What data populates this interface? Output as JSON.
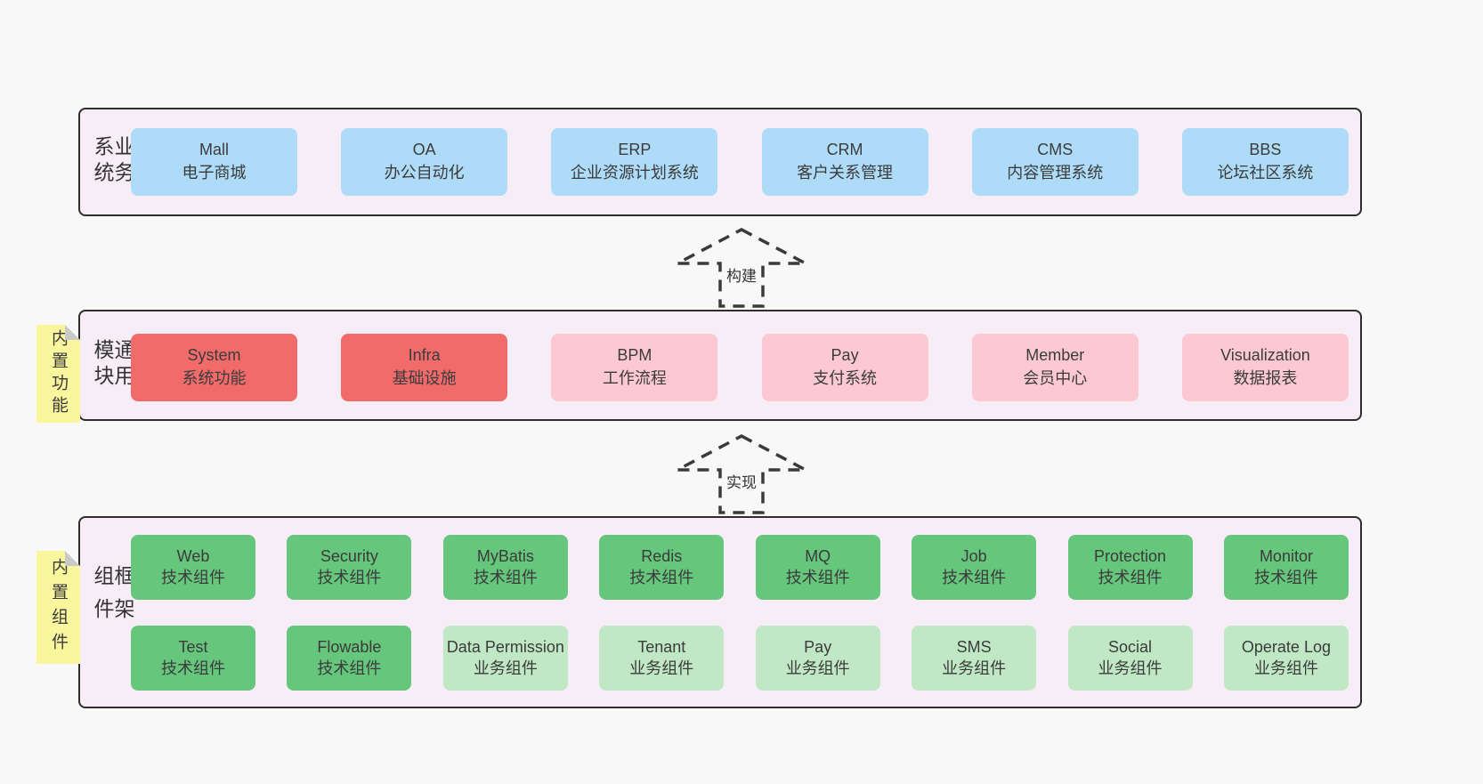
{
  "layer1": {
    "side_label": "业务系统",
    "boxes": [
      {
        "title": "Mall",
        "subtitle": "电子商城"
      },
      {
        "title": "OA",
        "subtitle": "办公自动化"
      },
      {
        "title": "ERP",
        "subtitle": "企业资源计划系统"
      },
      {
        "title": "CRM",
        "subtitle": "客户关系管理"
      },
      {
        "title": "CMS",
        "subtitle": "内容管理系统"
      },
      {
        "title": "BBS",
        "subtitle": "论坛社区系统"
      }
    ]
  },
  "arrow1": {
    "label": "构建"
  },
  "layer2": {
    "side_label": "通用模块",
    "tab_label": "内置功能",
    "boxes": [
      {
        "title": "System",
        "subtitle": "系统功能"
      },
      {
        "title": "Infra",
        "subtitle": "基础设施"
      },
      {
        "title": "BPM",
        "subtitle": "工作流程"
      },
      {
        "title": "Pay",
        "subtitle": "支付系统"
      },
      {
        "title": "Member",
        "subtitle": "会员中心"
      },
      {
        "title": "Visualization",
        "subtitle": "数据报表"
      }
    ]
  },
  "arrow2": {
    "label": "实现"
  },
  "layer3": {
    "side_label": "框架组件",
    "tab_label": "内置组件",
    "row1": [
      {
        "title": "Web",
        "subtitle": "技术组件"
      },
      {
        "title": "Security",
        "subtitle": "技术组件"
      },
      {
        "title": "MyBatis",
        "subtitle": "技术组件"
      },
      {
        "title": "Redis",
        "subtitle": "技术组件"
      },
      {
        "title": "MQ",
        "subtitle": "技术组件"
      },
      {
        "title": "Job",
        "subtitle": "技术组件"
      },
      {
        "title": "Protection",
        "subtitle": "技术组件"
      },
      {
        "title": "Monitor",
        "subtitle": "技术组件"
      }
    ],
    "row2": [
      {
        "title": "Test",
        "subtitle": "技术组件"
      },
      {
        "title": "Flowable",
        "subtitle": "技术组件"
      },
      {
        "title": "Data Permission",
        "subtitle": "业务组件"
      },
      {
        "title": "Tenant",
        "subtitle": "业务组件"
      },
      {
        "title": "Pay",
        "subtitle": "业务组件"
      },
      {
        "title": "SMS",
        "subtitle": "业务组件"
      },
      {
        "title": "Social",
        "subtitle": "业务组件"
      },
      {
        "title": "Operate Log",
        "subtitle": "业务组件"
      }
    ]
  },
  "colors": {
    "page_bg": "#f8f8f8",
    "layer_bg": "#f7edf6",
    "layer_border": "#2e2e2e",
    "blue_box": "#aedcf8",
    "red_box": "#f16b6b",
    "pink_box": "#fcc9d2",
    "green_box": "#65c67c",
    "light_green_box": "#c0e8c5",
    "yellow_tab": "#faf69e",
    "tab_fold": "#c9c9c9",
    "text": "#3b3b3b"
  }
}
